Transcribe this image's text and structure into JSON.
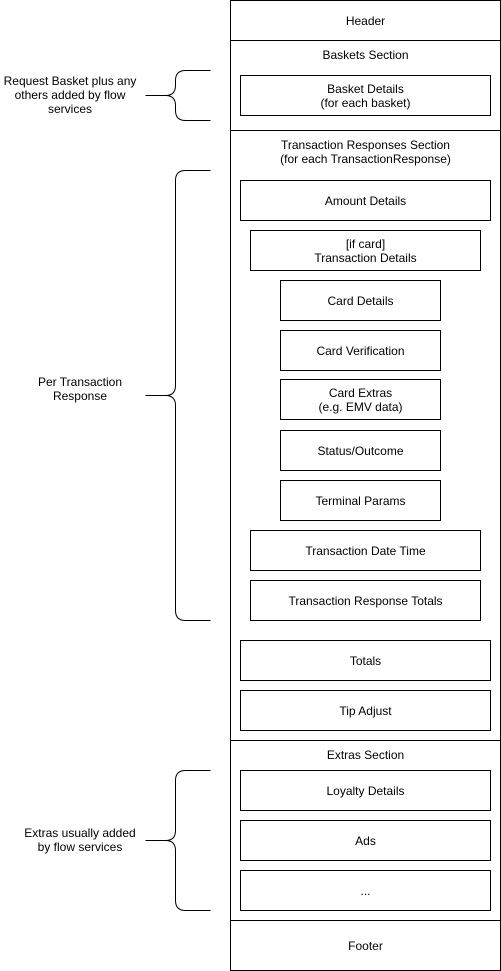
{
  "header": {
    "label": "Header"
  },
  "baskets_section": {
    "title": "Baskets Section",
    "basket_details": {
      "line1": "Basket Details",
      "line2": "(for each basket)"
    },
    "annotation": {
      "line1": "Request Basket plus any",
      "line2": "others added by flow",
      "line3": "services"
    }
  },
  "transaction_section": {
    "title_line1": "Transaction Responses Section",
    "title_line2": "(for each TransactionResponse)",
    "amount_details": "Amount Details",
    "transaction_details": {
      "line1": "[if card]",
      "line2": "Transaction Details"
    },
    "card_details": "Card Details",
    "card_verification": "Card Verification",
    "card_extras": {
      "line1": "Card Extras",
      "line2": "(e.g. EMV data)"
    },
    "status_outcome": "Status/Outcome",
    "terminal_params": "Terminal Params",
    "transaction_date_time": "Transaction Date Time",
    "transaction_response_totals": "Transaction Response Totals",
    "totals": "Totals",
    "tip_adjust": "Tip Adjust",
    "annotation": {
      "line1": "Per Transaction",
      "line2": "Response"
    }
  },
  "extras_section": {
    "title": "Extras Section",
    "loyalty_details": "Loyalty Details",
    "ads": "Ads",
    "more": "...",
    "annotation": {
      "line1": "Extras usually added",
      "line2": "by flow services"
    }
  },
  "footer": {
    "label": "Footer"
  },
  "colors": {
    "stroke": "#000000",
    "fill": "#ffffff"
  }
}
